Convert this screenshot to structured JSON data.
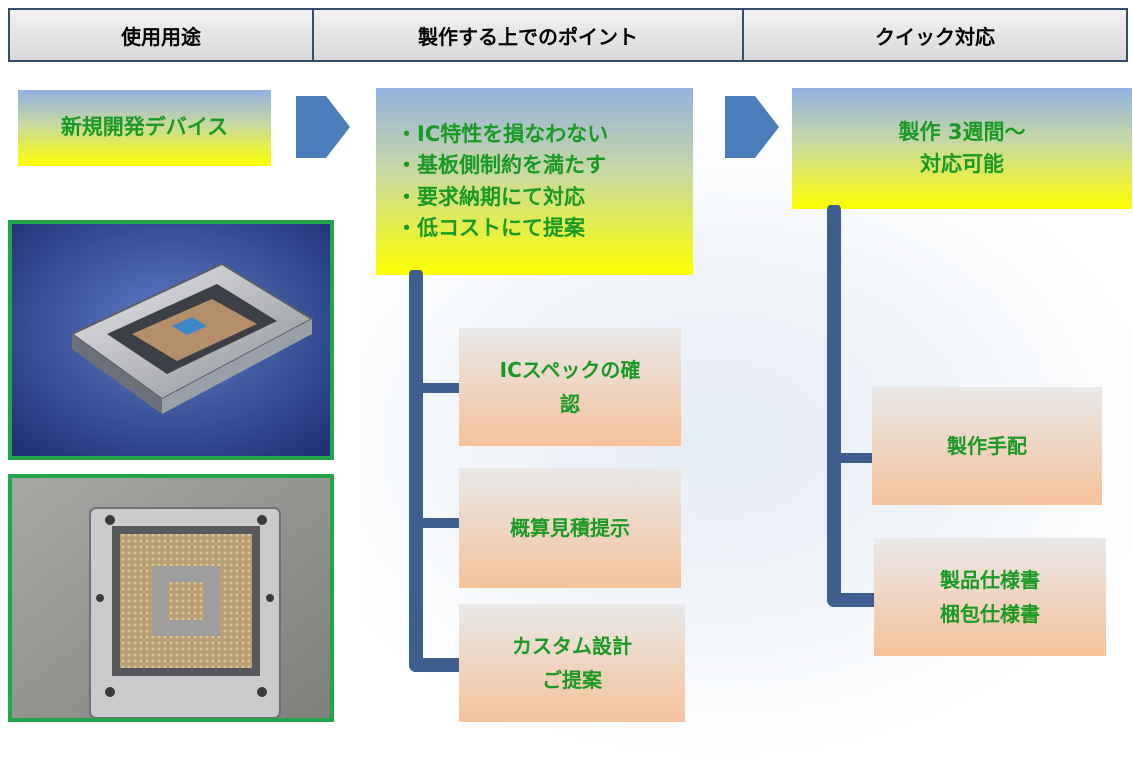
{
  "header": {
    "col1": "使用用途",
    "col2": "製作する上でのポイント",
    "col3": "クイック対応"
  },
  "usage": {
    "label": "新規開発デバイス"
  },
  "points": {
    "items": [
      "・IC特性を損なわない",
      "・基板側制約を満たす",
      "・要求納期にて対応",
      "・低コストにて提案"
    ],
    "subs": [
      {
        "line1": "ICスペックの確",
        "line2": "認"
      },
      {
        "line1": "概算見積提示",
        "line2": ""
      },
      {
        "line1": "カスタム設計",
        "line2": "ご提案"
      }
    ]
  },
  "quick": {
    "line1": "製作 3週間～",
    "line2": "対応可能",
    "subs": [
      {
        "line1": "製作手配",
        "line2": ""
      },
      {
        "line1": "製品仕様書",
        "line2": "梱包仕様書"
      }
    ]
  },
  "colors": {
    "accent_text": "#1a9a24",
    "connector": "#3e5f8e",
    "arrow": "#4a7ebb",
    "photo_border": "#23a64a"
  }
}
